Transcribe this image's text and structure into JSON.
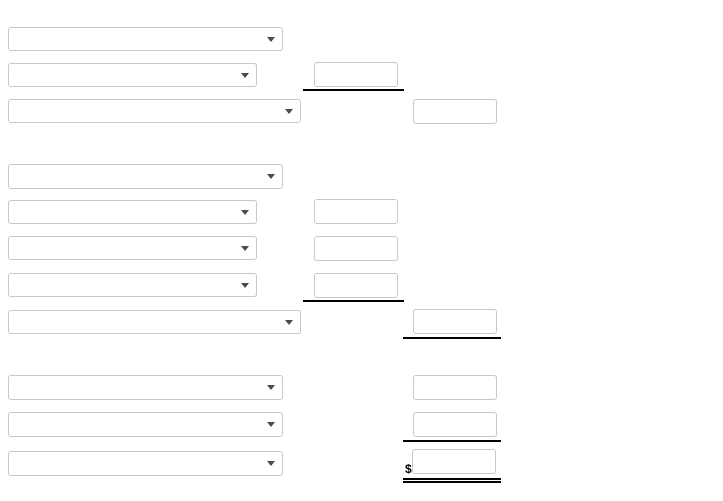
{
  "form": {
    "title": "",
    "currency_symbol": "$",
    "caret_icon": "chevron-down-icon",
    "colors": {
      "field_border": "#c8c8c8",
      "rule": "#000000",
      "caret": "#4a4a52",
      "background": "#ffffff"
    },
    "sections": [
      {
        "id": "section-1",
        "rows": [
          {
            "id": "row-1-1",
            "select": {
              "name": "select-1-1",
              "value": "",
              "placeholder": "",
              "options": []
            },
            "amount_b": null,
            "amount_c": null
          },
          {
            "id": "row-1-2",
            "select": {
              "name": "select-1-2",
              "value": "",
              "placeholder": "",
              "options": []
            },
            "amount_b": {
              "name": "amount-1-2-b",
              "value": "",
              "placeholder": ""
            },
            "amount_c": null
          },
          {
            "id": "row-1-3",
            "select": {
              "name": "select-1-3",
              "value": "",
              "placeholder": "",
              "options": []
            },
            "amount_b": null,
            "amount_c": {
              "name": "amount-1-3-c",
              "value": "",
              "placeholder": ""
            }
          }
        ]
      },
      {
        "id": "section-2",
        "rows": [
          {
            "id": "row-2-1",
            "select": {
              "name": "select-2-1",
              "value": "",
              "placeholder": "",
              "options": []
            },
            "amount_b": null,
            "amount_c": null
          },
          {
            "id": "row-2-2",
            "select": {
              "name": "select-2-2",
              "value": "",
              "placeholder": "",
              "options": []
            },
            "amount_b": {
              "name": "amount-2-2-b",
              "value": "",
              "placeholder": ""
            },
            "amount_c": null
          },
          {
            "id": "row-2-3",
            "select": {
              "name": "select-2-3",
              "value": "",
              "placeholder": "",
              "options": []
            },
            "amount_b": {
              "name": "amount-2-3-b",
              "value": "",
              "placeholder": ""
            },
            "amount_c": null
          },
          {
            "id": "row-2-4",
            "select": {
              "name": "select-2-4",
              "value": "",
              "placeholder": "",
              "options": []
            },
            "amount_b": {
              "name": "amount-2-4-b",
              "value": "",
              "placeholder": ""
            },
            "amount_c": null
          },
          {
            "id": "row-2-5",
            "select": {
              "name": "select-2-5",
              "value": "",
              "placeholder": "",
              "options": []
            },
            "amount_b": null,
            "amount_c": {
              "name": "amount-2-5-c",
              "value": "",
              "placeholder": ""
            }
          }
        ]
      },
      {
        "id": "section-3",
        "rows": [
          {
            "id": "row-3-1",
            "select": {
              "name": "select-3-1",
              "value": "",
              "placeholder": "",
              "options": []
            },
            "amount_b": null,
            "amount_c": {
              "name": "amount-3-1-c",
              "value": "",
              "placeholder": ""
            }
          },
          {
            "id": "row-3-2",
            "select": {
              "name": "select-3-2",
              "value": "",
              "placeholder": "",
              "options": []
            },
            "amount_b": null,
            "amount_c": {
              "name": "amount-3-2-c",
              "value": "",
              "placeholder": ""
            }
          },
          {
            "id": "row-3-3",
            "select": {
              "name": "select-3-3",
              "value": "",
              "placeholder": "",
              "options": []
            },
            "amount_b": null,
            "amount_c": {
              "name": "amount-3-3-c",
              "value": "",
              "placeholder": "",
              "prefix": "$"
            }
          }
        ]
      }
    ],
    "rules": [
      {
        "id": "subtotal-rule-1",
        "style": "single"
      },
      {
        "id": "subtotal-rule-2",
        "style": "single"
      },
      {
        "id": "subtotal-rule-3",
        "style": "single"
      },
      {
        "id": "subtotal-rule-4",
        "style": "single"
      },
      {
        "id": "grand-total-rule",
        "style": "double"
      }
    ]
  }
}
